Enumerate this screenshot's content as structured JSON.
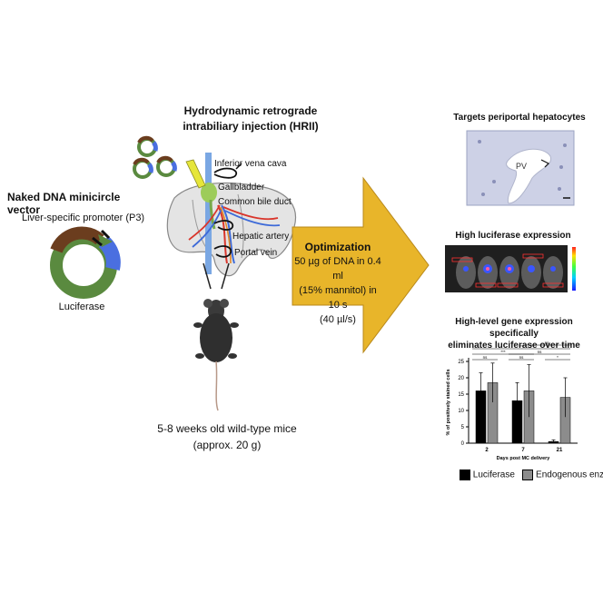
{
  "minicircle": {
    "title": "Naked DNA minicircle vector",
    "promoter": "Liver-specific promoter (P3)",
    "gene": "Luciferase"
  },
  "hrii": {
    "title_line1": "Hydrodynamic retrograde",
    "title_line2": "intrabiliary injection (HRII)",
    "labels": {
      "ivc": "Inferior vena cava",
      "gallbladder": "Gallbladder",
      "cbd": "Common bile duct",
      "hepatic_artery": "Hepatic artery",
      "portal_vein": "Portal vein"
    }
  },
  "mice": {
    "line1": "5-8 weeks old wild-type mice",
    "line2": "(approx. 20 g)"
  },
  "optimization": {
    "title": "Optimization",
    "line1": "50 µg of DNA in 0.4 ml",
    "line2": "(15% mannitol) in 10 s",
    "line3": "(40 µl/s)"
  },
  "histology": {
    "title": "Targets periportal hepatocytes",
    "pv_label": "PV"
  },
  "imaging": {
    "title": "High luciferase expression"
  },
  "chart_title": {
    "line1": "High-level gene expression specifically",
    "line2": "eliminates luciferase over time"
  },
  "chart_data": {
    "type": "bar",
    "categories": [
      "2",
      "7",
      "21"
    ],
    "series": [
      {
        "name": "Luciferase",
        "values": [
          16,
          13,
          0.5
        ],
        "errors": [
          5.5,
          5.5,
          0.5
        ],
        "color": "#000000"
      },
      {
        "name": "Endogenous enzyme",
        "values": [
          18.5,
          16,
          14
        ],
        "errors": [
          6,
          8,
          6
        ],
        "color": "#8c8c8c"
      }
    ],
    "xlabel": "Days post MC delivery",
    "ylabel": "% of positively stained cells",
    "ylim": [
      0,
      25
    ],
    "yticks": [
      "0",
      "5",
      "10",
      "15",
      "20",
      "25"
    ],
    "significance": [
      "ns",
      "ns",
      "*",
      "***",
      "ns",
      "***",
      "ns"
    ]
  },
  "colors": {
    "vector_green": "#5a8a3f",
    "vector_brown": "#6b3d1e",
    "vector_blue": "#4a6fe0",
    "arrow_fill": "#e8b52a",
    "arrow_stroke": "#b8881a"
  }
}
